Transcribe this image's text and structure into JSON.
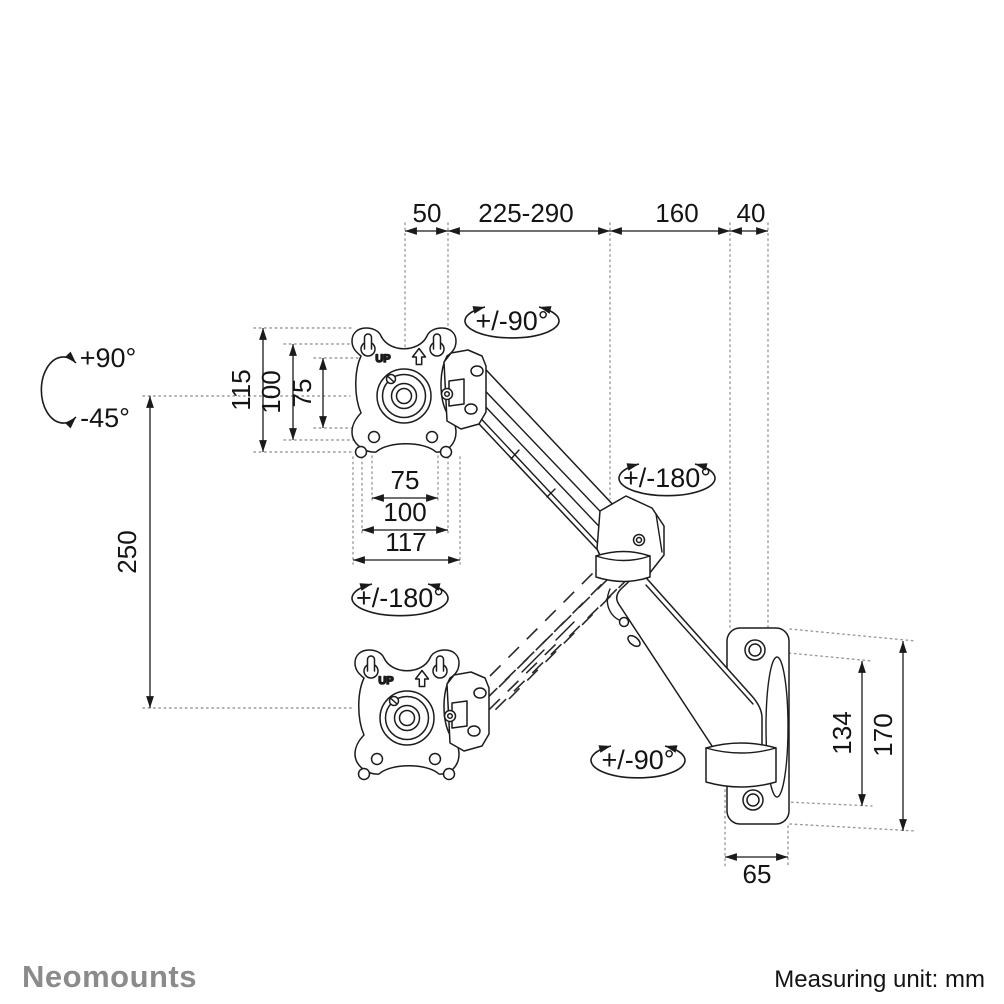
{
  "dims": {
    "top": [
      "50",
      "225-290",
      "160",
      "40"
    ],
    "left_vertical": [
      "115",
      "100",
      "75"
    ],
    "bottom_horizontal": [
      "75",
      "100",
      "117"
    ],
    "height_adjust": "250",
    "wall_hole_spacing": "134",
    "wall_plate_height": "170",
    "wall_plate_width": "65"
  },
  "angles": {
    "tilt_up": "+90°",
    "tilt_down": "-45°",
    "head_swivel": "+/-90°",
    "elbow_swivel": "+/-180°",
    "vesa_rotation": "+/-180°",
    "wall_swivel": "+/-90°"
  },
  "product": {
    "vesa_up_label": "UP"
  },
  "footer": {
    "brand": "Neomounts",
    "unit_note": "Measuring unit: mm"
  },
  "colors": {
    "drawing_line": "#1c1c1c",
    "dimension_line": "#1a1a1a",
    "extension_dotted": "#9a9a9a",
    "brand_gray": "#8b8b8b"
  }
}
